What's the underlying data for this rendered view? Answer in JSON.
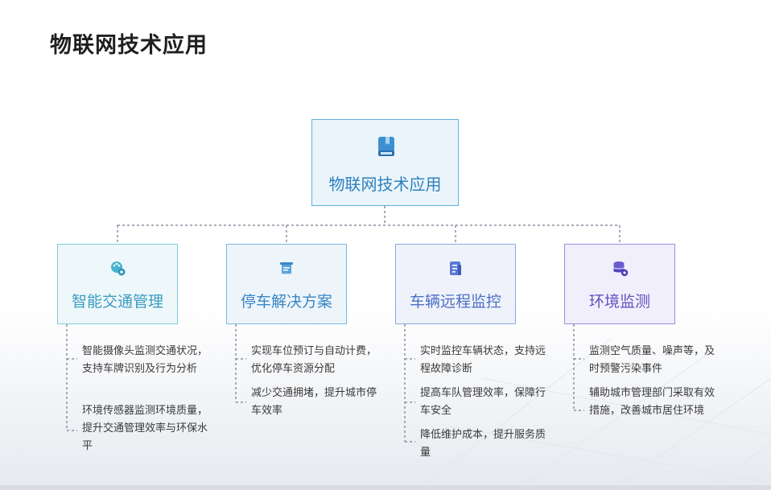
{
  "title": "物联网技术应用",
  "root": {
    "label": "物联网技术应用",
    "icon": "book-icon",
    "color": "#2f7fbd"
  },
  "branches": [
    {
      "label": "智能交通管理",
      "icon": "palette-gear-icon",
      "color": "#3a9cc0",
      "items": [
        "智能摄像头监测交通状况，支持车牌识别及行为分析",
        "环境传感器监测环境质量，提升交通管理效率与环保水平"
      ]
    },
    {
      "label": "停车解决方案",
      "icon": "receipt-icon",
      "color": "#3b86c4",
      "items": [
        "实现车位预订与自动计费，优化停车资源分配",
        "减少交通拥堵，提升城市停车效率"
      ]
    },
    {
      "label": "车辆远程监控",
      "icon": "document-icon",
      "color": "#4d6fc4",
      "items": [
        "实时监控车辆状态，支持远程故障诊断",
        "提高车队管理效率，保障行车安全",
        "降低维护成本，提升服务质量"
      ]
    },
    {
      "label": "环境监测",
      "icon": "database-gear-icon",
      "color": "#6152c0",
      "items": [
        "监测空气质量、噪声等，及时预警污染事件",
        "辅助城市管理部门采取有效措施，改善城市居住环境"
      ]
    }
  ]
}
